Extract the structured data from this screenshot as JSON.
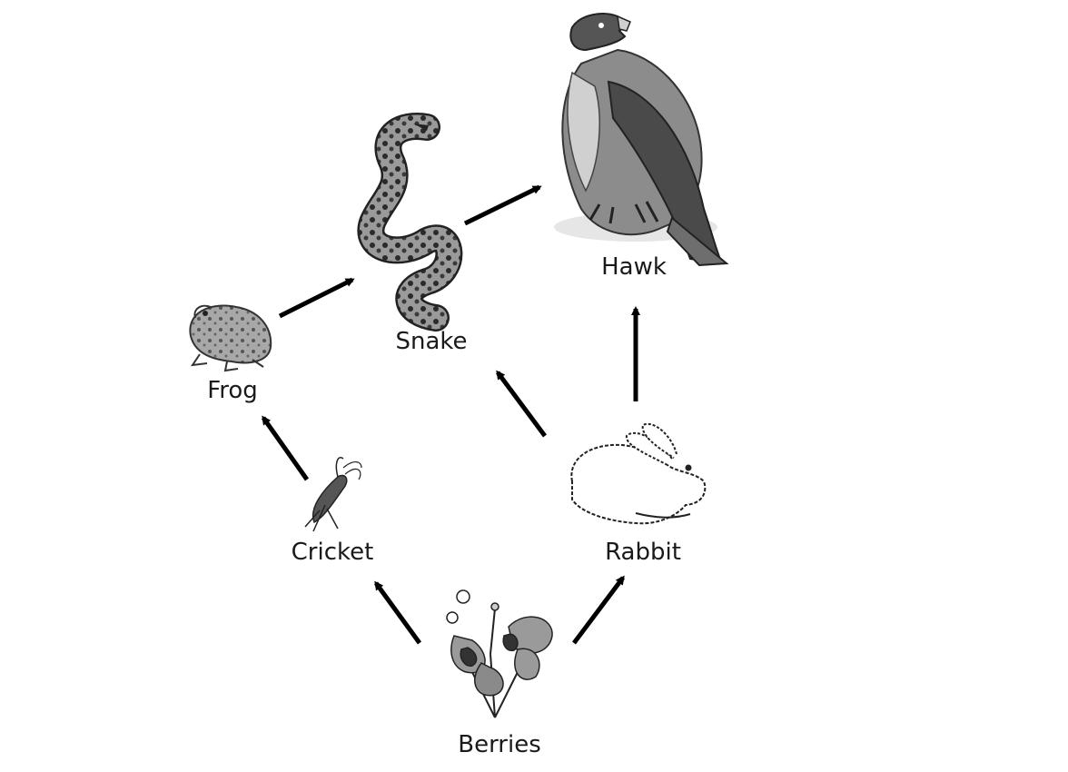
{
  "diagram": {
    "nodes": [
      {
        "id": "hawk",
        "label": "Hawk",
        "icon": "hawk-icon"
      },
      {
        "id": "snake",
        "label": "Snake",
        "icon": "snake-icon"
      },
      {
        "id": "frog",
        "label": "Frog",
        "icon": "frog-icon"
      },
      {
        "id": "cricket",
        "label": "Cricket",
        "icon": "cricket-icon"
      },
      {
        "id": "rabbit",
        "label": "Rabbit",
        "icon": "rabbit-icon"
      },
      {
        "id": "berries",
        "label": "Berries",
        "icon": "berries-icon"
      }
    ],
    "edges": [
      {
        "from": "berries",
        "to": "cricket"
      },
      {
        "from": "berries",
        "to": "rabbit"
      },
      {
        "from": "cricket",
        "to": "frog"
      },
      {
        "from": "frog",
        "to": "snake"
      },
      {
        "from": "rabbit",
        "to": "snake"
      },
      {
        "from": "snake",
        "to": "hawk"
      },
      {
        "from": "rabbit",
        "to": "hawk"
      }
    ]
  }
}
